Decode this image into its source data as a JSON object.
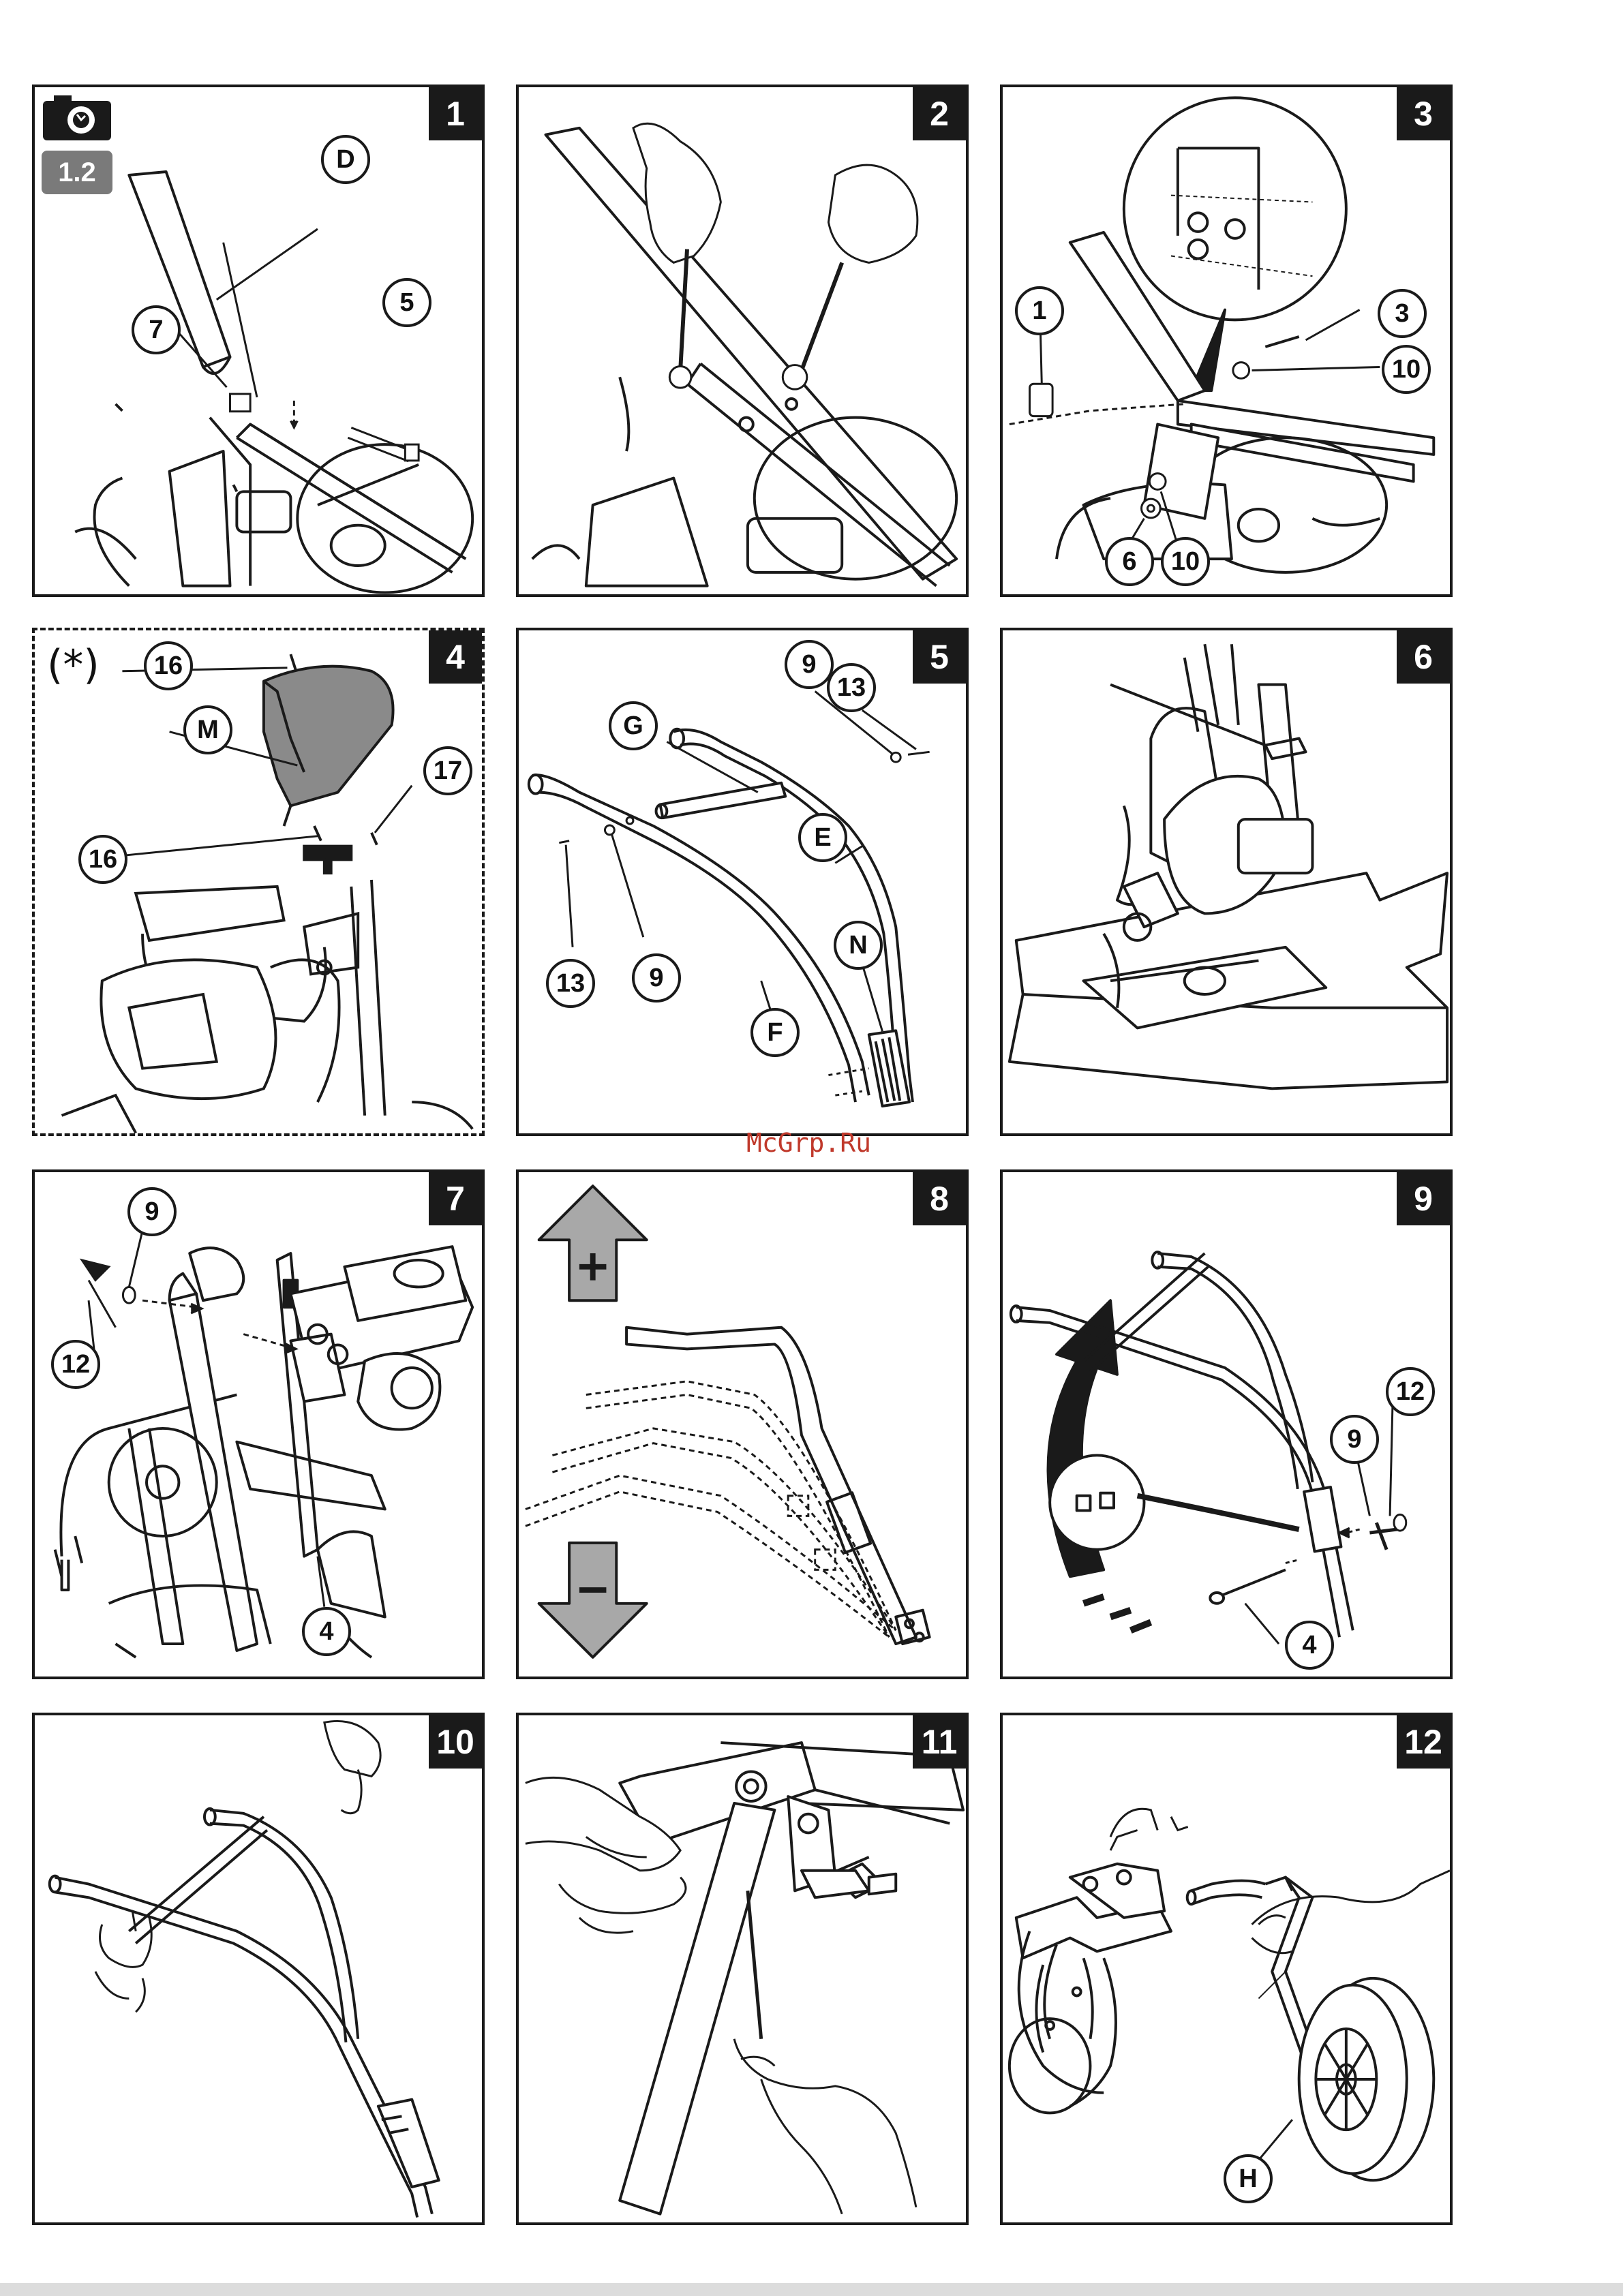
{
  "watermark": "McGrp.Ru",
  "panels": [
    {
      "number": "1",
      "reference": "1.2",
      "labels": [
        "D",
        "7",
        "5"
      ]
    },
    {
      "number": "2",
      "labels": []
    },
    {
      "number": "3",
      "labels": [
        "1",
        "3",
        "10",
        "6",
        "10"
      ]
    },
    {
      "number": "4",
      "marker": "(*)",
      "labels": [
        "16",
        "M",
        "17",
        "16"
      ]
    },
    {
      "number": "5",
      "labels": [
        "9",
        "13",
        "G",
        "E",
        "13",
        "9",
        "N",
        "F"
      ]
    },
    {
      "number": "6",
      "labels": []
    },
    {
      "number": "7",
      "labels": [
        "9",
        "12",
        "4"
      ]
    },
    {
      "number": "8",
      "labels": []
    },
    {
      "number": "9",
      "labels": [
        "12",
        "9",
        "4"
      ]
    },
    {
      "number": "10",
      "labels": []
    },
    {
      "number": "11",
      "labels": []
    },
    {
      "number": "12",
      "labels": [
        "H"
      ]
    }
  ],
  "colors": {
    "frame": "#1a1a1a",
    "accent_gray": "#7a7a7a",
    "arrow_gray": "#a8a8a8",
    "watermark": "#c0392b"
  },
  "icons": {
    "camera": "camera-icon",
    "plus": "plus-arrow-icon",
    "minus": "minus-arrow-icon"
  }
}
